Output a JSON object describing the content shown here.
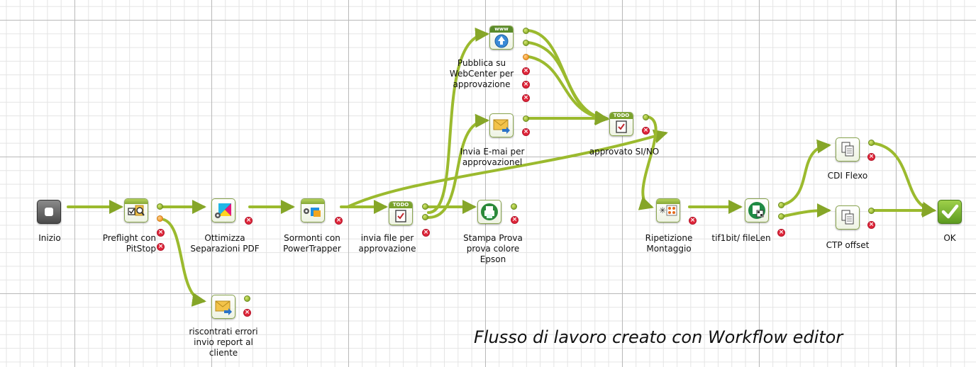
{
  "nodes": {
    "inizio": "Inizio",
    "preflight": "Preflight con\nPitStop",
    "ottimizza": "Ottimizza\nSeparazioni PDF",
    "sormonti": "Sormonti con\nPowerTrapper",
    "invia_file": "invia file per\napprovazione",
    "stampa": "Stampa Prova\nprova colore\nEpson",
    "pubblica": "Pubblica su\nWebCenter per\napprovazione",
    "invia_email": "Invia E-mai per\napprovazionel",
    "approvato": "approvato SI/NO",
    "riscontrati": "riscontrati errori\ninvio report al\ncliente",
    "ripetizione": "Ripetizione\nMontaggio",
    "tif1bit": "tif1bit/ fileLen",
    "cdi": "CDI Flexo",
    "ctp": "CTP offset",
    "ok": "OK"
  },
  "badges": {
    "todo": "TODO",
    "www": "www"
  },
  "caption": "Flusso di lavoro creato con Workflow editor",
  "colors": {
    "wire": "#9bba2e",
    "error": "#e0263a",
    "warning": "#f39a2a"
  },
  "icons": {
    "inizio": "start-icon",
    "preflight": "preflight-magnifier-icon",
    "ottimizza": "color-optimize-icon",
    "sormonti": "trapping-icon",
    "invia_file": "todo-checklist-icon",
    "stampa": "printer-icon",
    "pubblica": "web-publish-icon",
    "invia_email": "email-send-icon",
    "approvato": "todo-checklist-icon",
    "riscontrati": "email-send-icon",
    "ripetizione": "step-repeat-icon",
    "tif1bit": "bitmap-export-icon",
    "cdi": "copy-file-icon",
    "ctp": "copy-file-icon",
    "ok": "checkmark-icon"
  }
}
